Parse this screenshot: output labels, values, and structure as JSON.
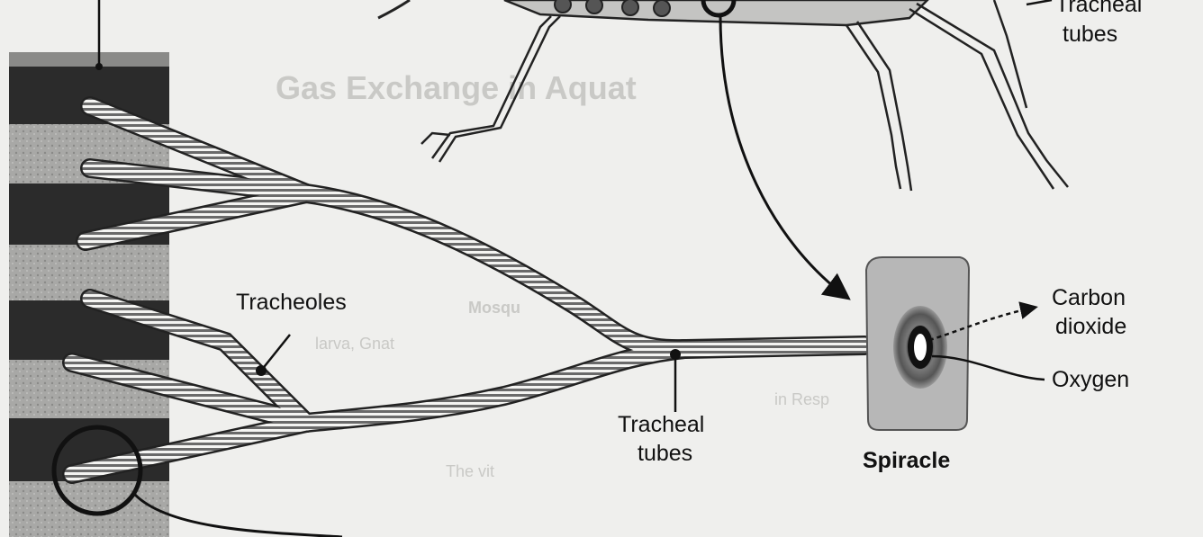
{
  "labels": {
    "tracheal_tubes_top": [
      "Tracheal",
      "tubes"
    ],
    "tracheoles": "Tracheoles",
    "tracheal_tubes_mid": [
      "Tracheal",
      "tubes"
    ],
    "spiracle": "Spiracle",
    "carbon_dioxide": [
      "Carbon",
      "dioxide"
    ],
    "oxygen": "Oxygen"
  },
  "background_bleed_text": {
    "heading": "Gas Exchange in Aquat",
    "line_a": "Mosqu",
    "line_b": "larva, Gnat",
    "line_c": "The vit",
    "line_d": "in Resp"
  },
  "colors": {
    "paper": "#efefed",
    "ink": "#111111",
    "tissue_dark": "#2b2b2b",
    "tissue_light": "#a6a6a6",
    "spiracle_plate": "#b7b7b7"
  }
}
